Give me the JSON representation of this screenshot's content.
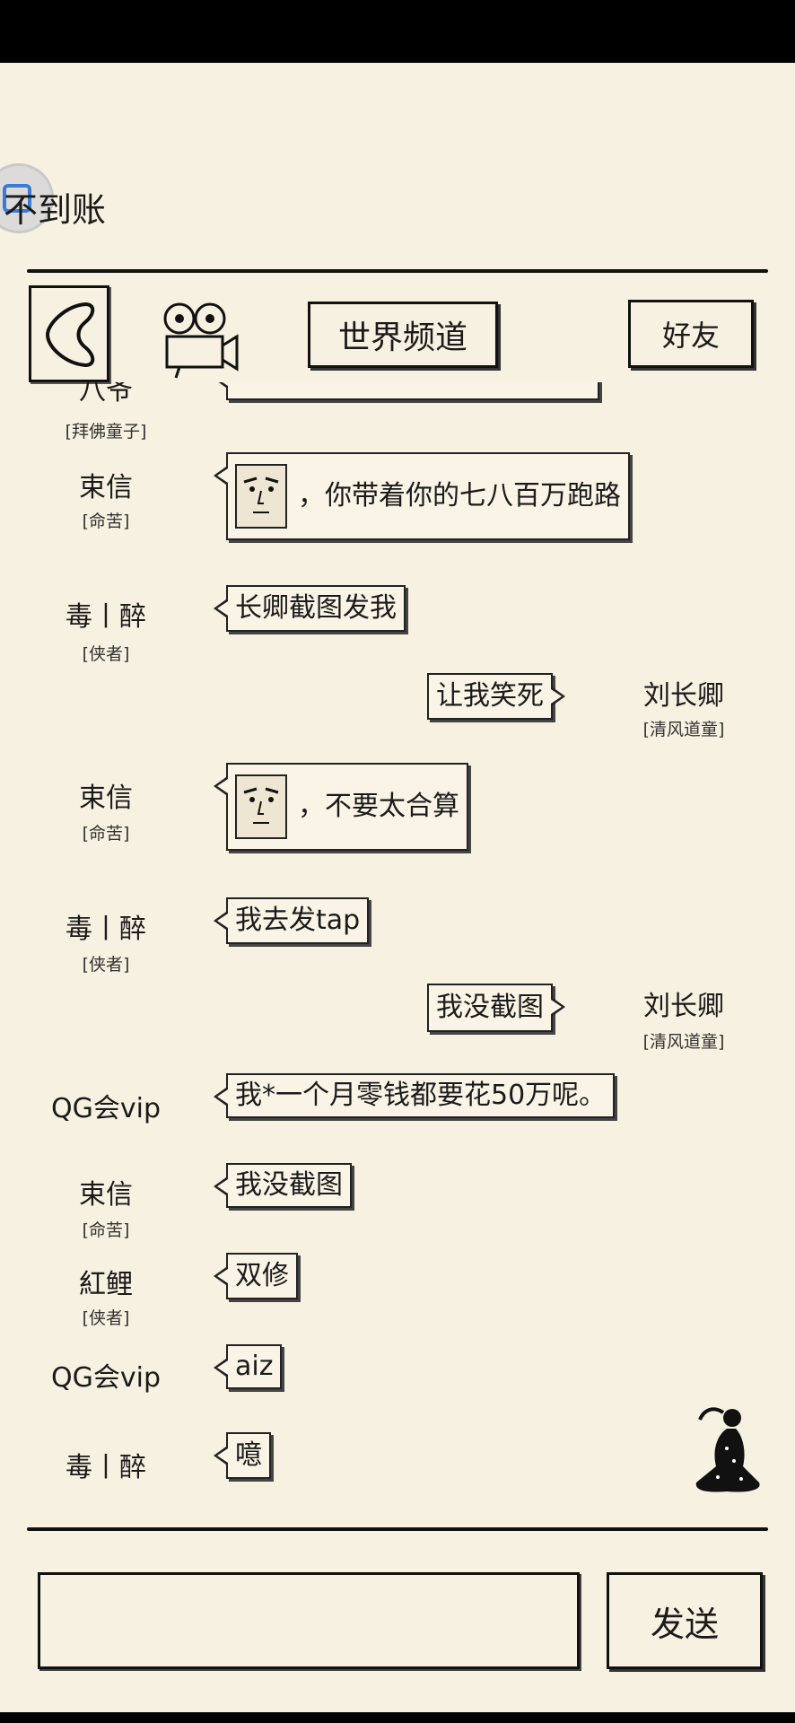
{
  "header": {
    "top_title": "不到账",
    "back_label": "",
    "world_channel": "世界频道",
    "friends": "好友"
  },
  "chat": {
    "partial_top": {
      "name": "八爷",
      "title": "[拜佛童子]"
    },
    "messages": [
      {
        "side": "left",
        "name": "束信",
        "title": "[命苦]",
        "text": "，你带着你的七八百万跑路",
        "emoji": "face"
      },
      {
        "side": "left",
        "name": "毒丨醉",
        "title": "[侠者]",
        "text": "长卿截图发我"
      },
      {
        "side": "right",
        "name": "刘长卿",
        "title": "[清风道童]",
        "text": "让我笑死"
      },
      {
        "side": "left",
        "name": "束信",
        "title": "[命苦]",
        "text": "，不要太合算",
        "emoji": "face"
      },
      {
        "side": "left",
        "name": "毒丨醉",
        "title": "[侠者]",
        "text": "我去发tap"
      },
      {
        "side": "right",
        "name": "刘长卿",
        "title": "[清风道童]",
        "text": "我没截图"
      },
      {
        "side": "left",
        "name": "QG会vip",
        "title": "",
        "text": "我*一个月零钱都要花50万呢。"
      },
      {
        "side": "left",
        "name": "束信",
        "title": "[命苦]",
        "text": "我没截图"
      },
      {
        "side": "left",
        "name": "紅鲤",
        "title": "[侠者]",
        "text": "双修"
      },
      {
        "side": "left",
        "name": "QG会vip",
        "title": "",
        "text": "aiz"
      },
      {
        "side": "left",
        "name": "毒丨醉",
        "title": "",
        "text": "噫"
      }
    ]
  },
  "input": {
    "value": "",
    "send_label": "发送"
  },
  "icons": {
    "back": "chevron-left-icon",
    "camera": "movie-camera-icon",
    "meditate": "meditating-figure-icon",
    "float": "floating-assistant-icon"
  },
  "colors": {
    "background": "#f7f1e1",
    "ink": "#111111"
  }
}
